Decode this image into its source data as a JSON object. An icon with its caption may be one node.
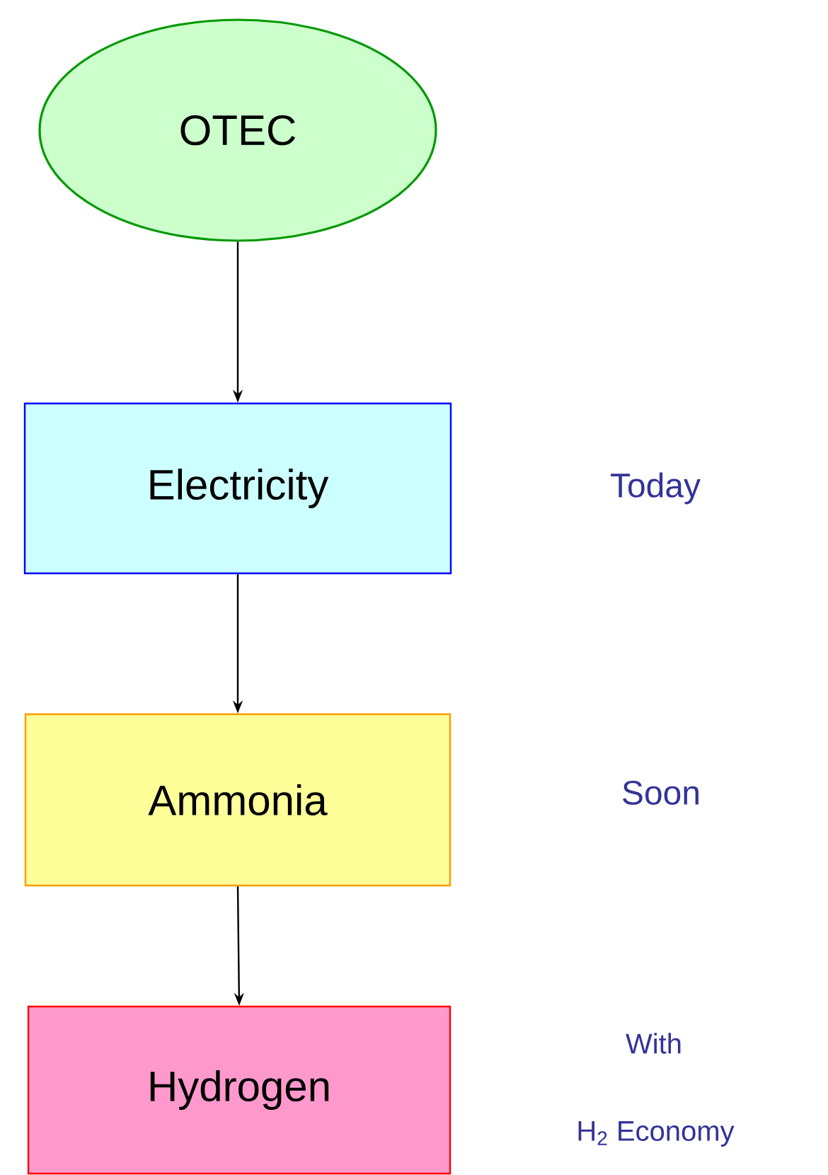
{
  "diagram": {
    "nodes": [
      {
        "text": [
          "OTEC"
        ]
      },
      {
        "text": [
          "Electricity"
        ]
      },
      {
        "text": [
          "Ammonia"
        ]
      },
      {
        "text": [
          "Hydrogen"
        ]
      }
    ],
    "edges": [
      {
        "from": 0,
        "to": 1,
        "arrow": "to"
      },
      {
        "from": 1,
        "to": 2,
        "arrow": "to"
      },
      {
        "from": 2,
        "to": 3,
        "arrow": "to"
      }
    ],
    "labels": [
      "Today",
      "Soon",
      "With",
      "H$_{2}$ Economy"
    ]
  }
}
